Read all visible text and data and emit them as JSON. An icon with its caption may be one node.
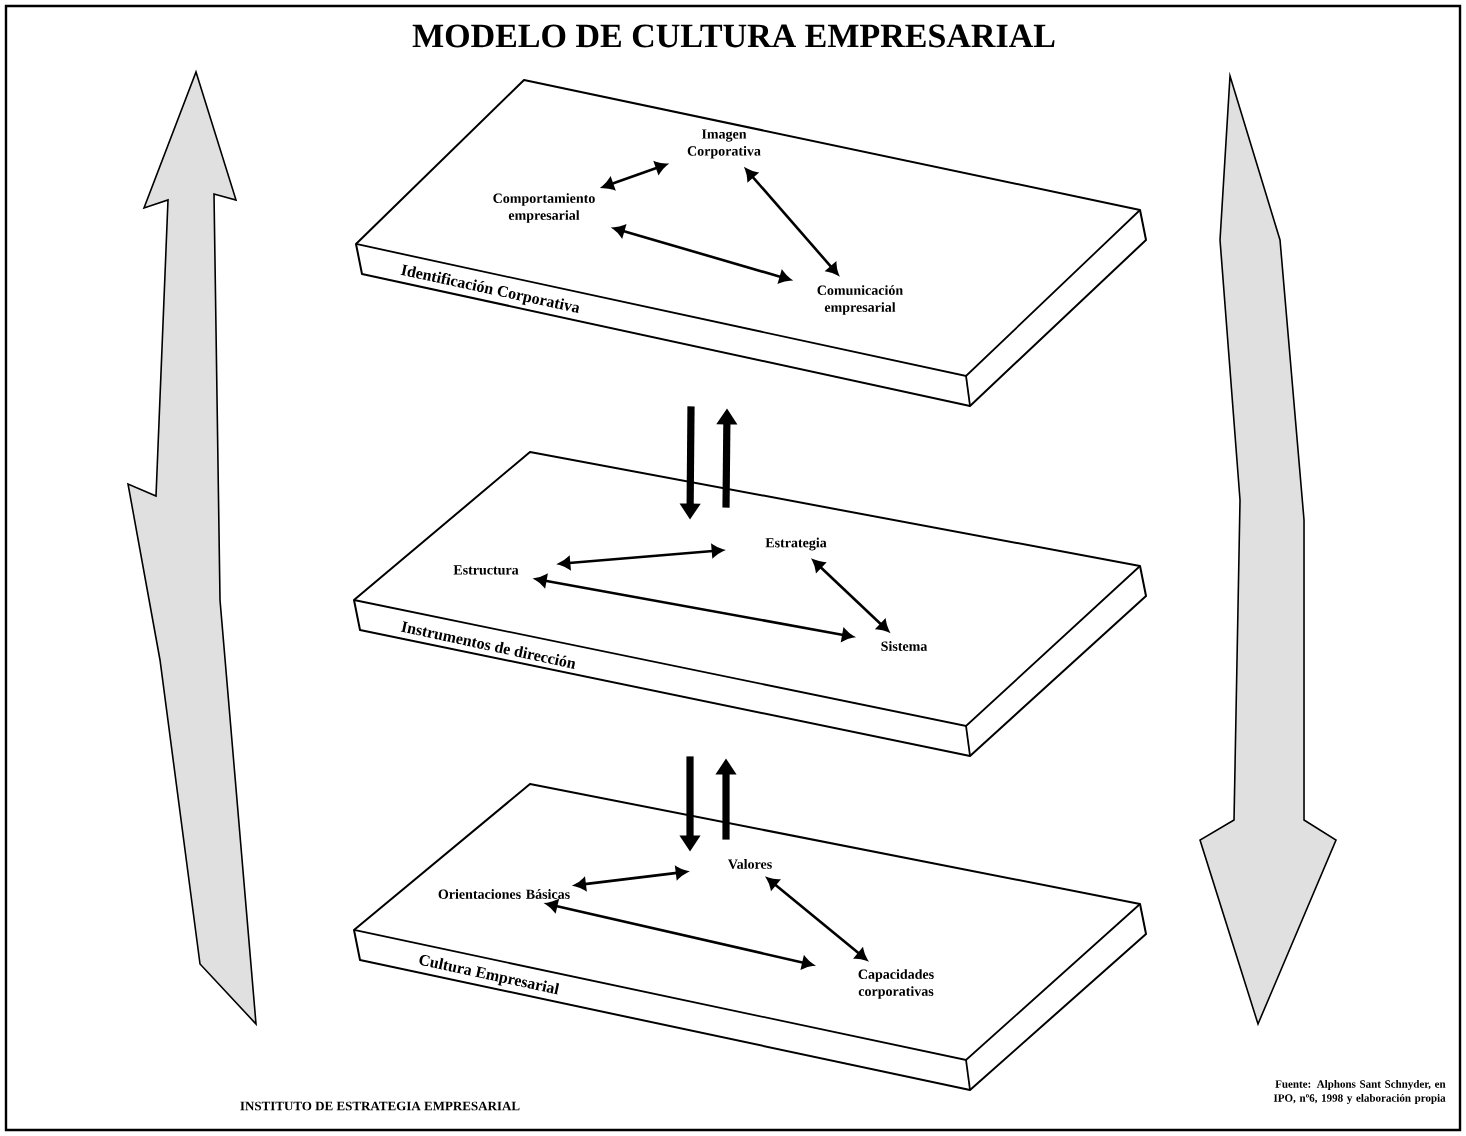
{
  "diagram": {
    "title": "MODELO DE CULTURA EMPRESARIAL",
    "nodes": [
      {
        "text": [
          "Identificación Corporativa"
        ]
      },
      {
        "text": [
          "Imagen Corporativa"
        ],
        "in": 0
      },
      {
        "text": [
          "Comportamiento empresarial"
        ],
        "in": 0
      },
      {
        "text": [
          "Comunicación empresarial"
        ],
        "in": 0
      },
      {
        "text": [
          "Instrumentos de dirección"
        ]
      },
      {
        "text": [
          "Estrategia"
        ],
        "in": 4
      },
      {
        "text": [
          "Estructura"
        ],
        "in": 4
      },
      {
        "text": [
          "Sistema"
        ],
        "in": 4
      },
      {
        "text": [
          "Cultura Empresarial"
        ]
      },
      {
        "text": [
          "Valores"
        ],
        "in": 8
      },
      {
        "text": [
          "Orientaciones Básicas"
        ],
        "in": 8
      },
      {
        "text": [
          "Capacidades corporativas"
        ],
        "in": 8
      }
    ],
    "edges": [
      {
        "from": 2,
        "to": 1,
        "arrow": "both"
      },
      {
        "from": 1,
        "to": 3,
        "arrow": "both"
      },
      {
        "from": 2,
        "to": 3,
        "arrow": "both"
      },
      {
        "from": 6,
        "to": 5,
        "arrow": "both"
      },
      {
        "from": 5,
        "to": 7,
        "arrow": "both"
      },
      {
        "from": 6,
        "to": 7,
        "arrow": "both"
      },
      {
        "from": 10,
        "to": 9,
        "arrow": "both"
      },
      {
        "from": 9,
        "to": 11,
        "arrow": "both"
      },
      {
        "from": 10,
        "to": 11,
        "arrow": "both"
      },
      {
        "from": 0,
        "to": 4,
        "arrow": "to",
        "style": "thick"
      },
      {
        "from": 4,
        "to": 0,
        "arrow": "to",
        "style": "thick"
      },
      {
        "from": 4,
        "to": 8,
        "arrow": "to",
        "style": "thick"
      },
      {
        "from": 8,
        "to": 4,
        "arrow": "to",
        "style": "thick"
      }
    ],
    "labels": [
      "INSTITUTO DE ESTRATEGIA EMPRESARIAL",
      "Fuente: Alphons Sant Schnyder, en IPO, nº6, 1998 y elaboración propia"
    ]
  }
}
